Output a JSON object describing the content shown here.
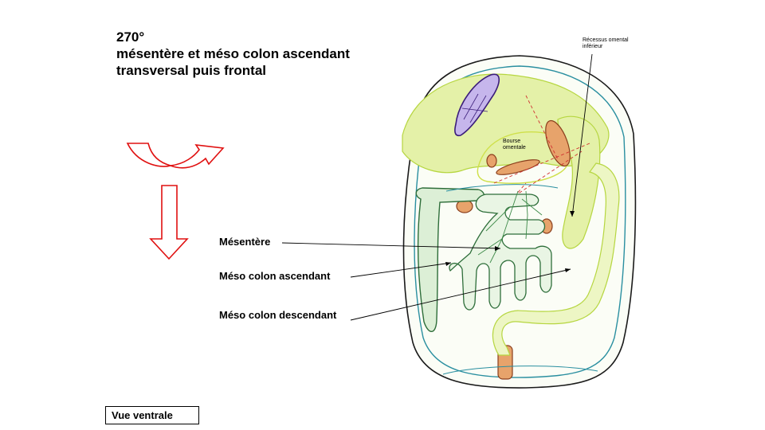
{
  "title": {
    "line1": "270°",
    "line2": "mésentère et méso colon ascendant",
    "line3": "transversal puis frontal"
  },
  "labels": {
    "mesentere": "Mésentère",
    "meso_ascendant": "Méso colon ascendant",
    "meso_descendant": "Méso colon descendant",
    "recessus_line1": "Récessus  omental",
    "recessus_line2": "inférieur",
    "bourse_line1": "Bourse",
    "bourse_line2": "omentale"
  },
  "view_label": "Vue ventrale",
  "colors": {
    "arrow": "#e01010",
    "outline": "#1a1a1a",
    "peritoneum": "#2a8fa0",
    "liver": "#d8ec9a",
    "intestine": "#7ab77a",
    "intestine_dark": "#2e6e3a",
    "vessel": "#c9703a",
    "spleen": "#6a4aa0"
  }
}
